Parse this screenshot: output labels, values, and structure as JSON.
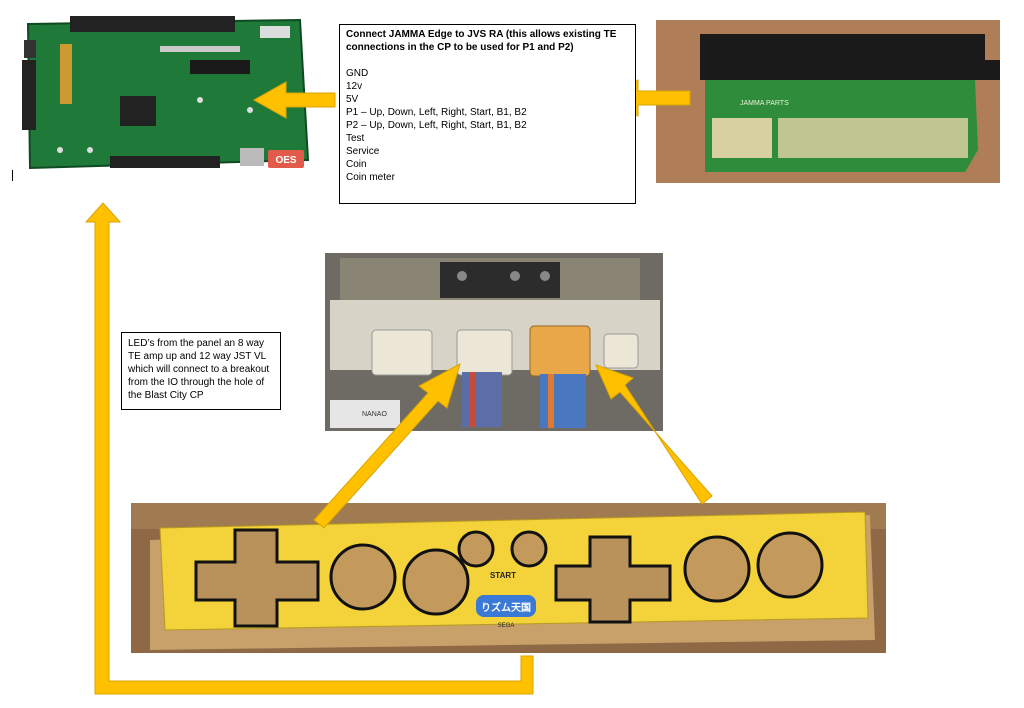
{
  "jamma_note": {
    "title": "Connect JAMMA Edge to JVS RA (this allows existing TE connections in the CP to be used for P1 and P2)",
    "items": [
      "GND",
      "12v",
      "5V",
      "P1 – Up, Down, Left, Right, Start, B1, B2",
      "P2 – Up, Down, Left, Right, Start, B1, B2",
      "Test",
      "Service",
      "Coin",
      "Coin meter"
    ]
  },
  "led_note": {
    "text": "LED’s from the panel an 8 way TE amp up and 12 way JST VL which will connect to a breakout from the IO through the hole of the Blast City CP"
  },
  "photos": {
    "jamma_adapter": {
      "label": "JAMMA PARTS"
    },
    "control_panel": {
      "start_label": "START",
      "logo_text": "りズム天国",
      "maker_text": "SEGA"
    },
    "io_board": {
      "badge": "OES"
    },
    "connector_block": {
      "plate_text": "NANAO"
    }
  },
  "colors": {
    "arrow": "#ffc000",
    "arrow_edge": "#d9a400",
    "panel": "#f3d23a"
  }
}
